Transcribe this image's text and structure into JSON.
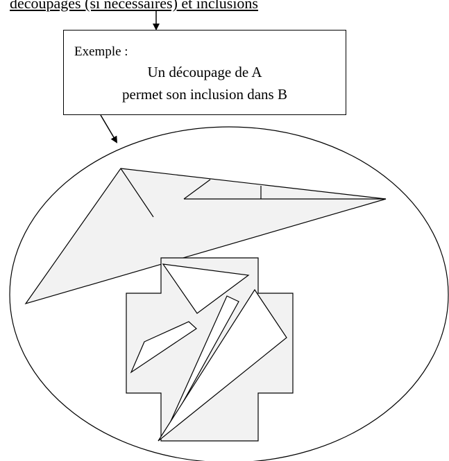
{
  "header": {
    "text": "découpages (si nécessaires) et inclusions"
  },
  "example_box": {
    "label": "Exemple :",
    "line1": "Un découpage de A",
    "line2": "permet son inclusion dans B"
  },
  "colors": {
    "stroke": "#000000",
    "fill_shape": "#f2f2f2",
    "background": "#ffffff"
  }
}
